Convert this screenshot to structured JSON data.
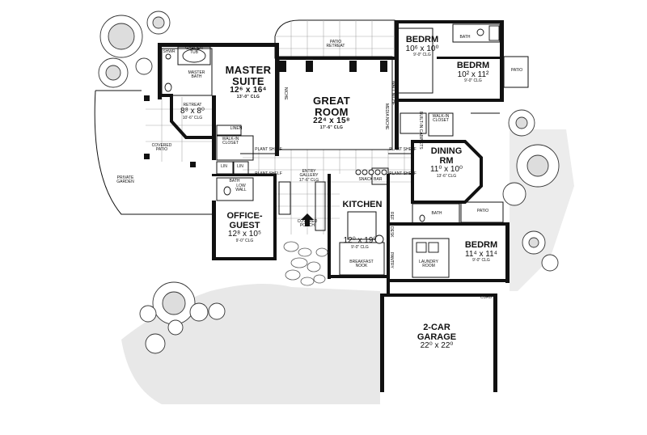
{
  "rooms": {
    "master_suite": {
      "name_line1": "MASTER",
      "name_line2": "SUITE",
      "dim": "12⁶ x 16⁴",
      "clg": "13'-0\" CLG"
    },
    "great_room": {
      "name_line1": "GREAT",
      "name_line2": "ROOM",
      "dim": "22⁴ x 15⁸",
      "clg": "17'-6\" CLG"
    },
    "bedrm1": {
      "name": "BEDRM",
      "dim": "10⁶ x 10⁰",
      "clg": "9'-0\" CLG"
    },
    "bedrm2": {
      "name": "BEDRM",
      "dim": "10² x 11²",
      "clg": "9'-0\" CLG"
    },
    "dining": {
      "name_line1": "DINING",
      "name_line2": "RM",
      "dim": "11⁰ x 10⁰",
      "clg": "13'-6\" CLG"
    },
    "kitchen": {
      "name": "KITCHEN",
      "dim": "12⁰ x 19⁰",
      "clg": "9'-0\" CLG"
    },
    "office": {
      "name_line1": "OFFICE-",
      "name_line2": "GUEST",
      "dim": "12⁸ x 10⁵",
      "clg": "9'-0\" CLG"
    },
    "bedrm3": {
      "name": "BEDRM",
      "dim": "11⁴ x 11⁴",
      "clg": "9'-0\" CLG"
    },
    "garage": {
      "name_line1": "2-CAR",
      "name_line2": "GARAGE",
      "dim": "22⁰ x 22⁰"
    },
    "retreat": {
      "name": "RETREAT",
      "dim": "8⁸ x 8⁰",
      "clg": "10'-6\" CLG"
    }
  },
  "labels": {
    "patio_retreat_1": "PATIO",
    "patio_retreat_2": "RETREAT",
    "patio_right": "PATIO",
    "patio_lower": "PATIO",
    "covered_patio_1": "COVERED",
    "covered_patio_2": "PATIO",
    "private_garden_1": "PRIVATE",
    "private_garden_2": "GARDEN",
    "covered_porch_1": "COVERED",
    "covered_porch_2": "PORCH",
    "entry_gallery_1": "ENTRY",
    "entry_gallery_2": "GALLERY",
    "entry_gallery_clg": "17'-6\" CLG",
    "breakfast_nook_1": "BREAKFAST",
    "breakfast_nook_2": "NOOK",
    "laundry_1": "LAUNDRY",
    "laundry_2": "ROOM",
    "master_bath_1": "MASTER",
    "master_bath_2": "BATH",
    "garden_tub_1": "GARDEN",
    "garden_tub_2": "TUB",
    "linen": "LINEN",
    "walkin_closet_1": "WALK-IN",
    "walkin_closet_2": "CLOSET",
    "walkin_closet2_1": "WALK-IN",
    "walkin_closet2_2": "CLOSET",
    "plant_shelf_1": "PLANT SHELF",
    "plant_shelf_2": "PLANT SHELF",
    "plant_shelf_3": "PLANT SHELF",
    "plant_shelf_4": "PLANT SHELF",
    "bath_1": "BATH",
    "bath_2": "BATH",
    "bath_3": "BATH",
    "lin": "LIN",
    "lin2": "LIN",
    "low_wall_1": "LOW",
    "low_wall_2": "WALL",
    "snack_bar": "SNACK BAR",
    "curb": "CURB",
    "pantry": "PANTRY",
    "desk": "DESK",
    "wall_niche": "WALL NICHE",
    "media_niche": "MEDIA NICHE",
    "niche": "NICHE",
    "builtin_cabinets": "BUILT-IN CABINETS",
    "shwr": "SHWR",
    "ref": "REF"
  }
}
